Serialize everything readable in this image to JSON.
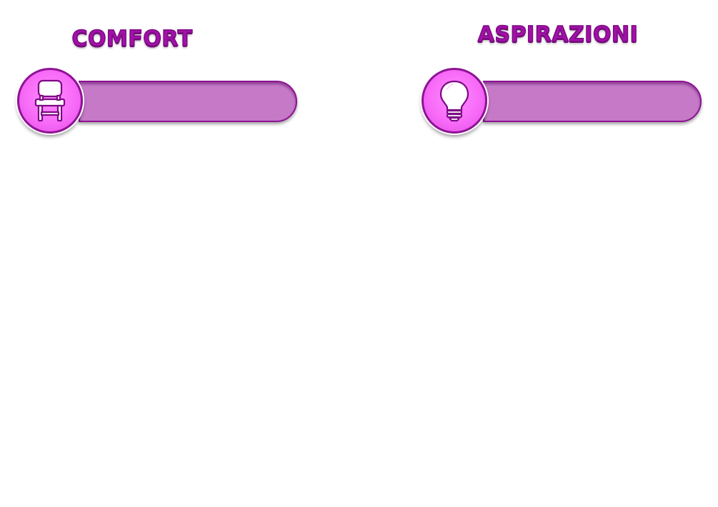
{
  "needs": {
    "comfort": {
      "title": "COMFORT",
      "icon": "chair-icon",
      "level": 0
    },
    "aspiration": {
      "title": "ASPIRAZIONI",
      "icon": "lightbulb-icon",
      "level": 0
    }
  },
  "colors": {
    "title": "#a111a7",
    "icon_bg": "#f86bf8",
    "bar_bg": "#c579c6",
    "bar_border": "#8e1394"
  }
}
